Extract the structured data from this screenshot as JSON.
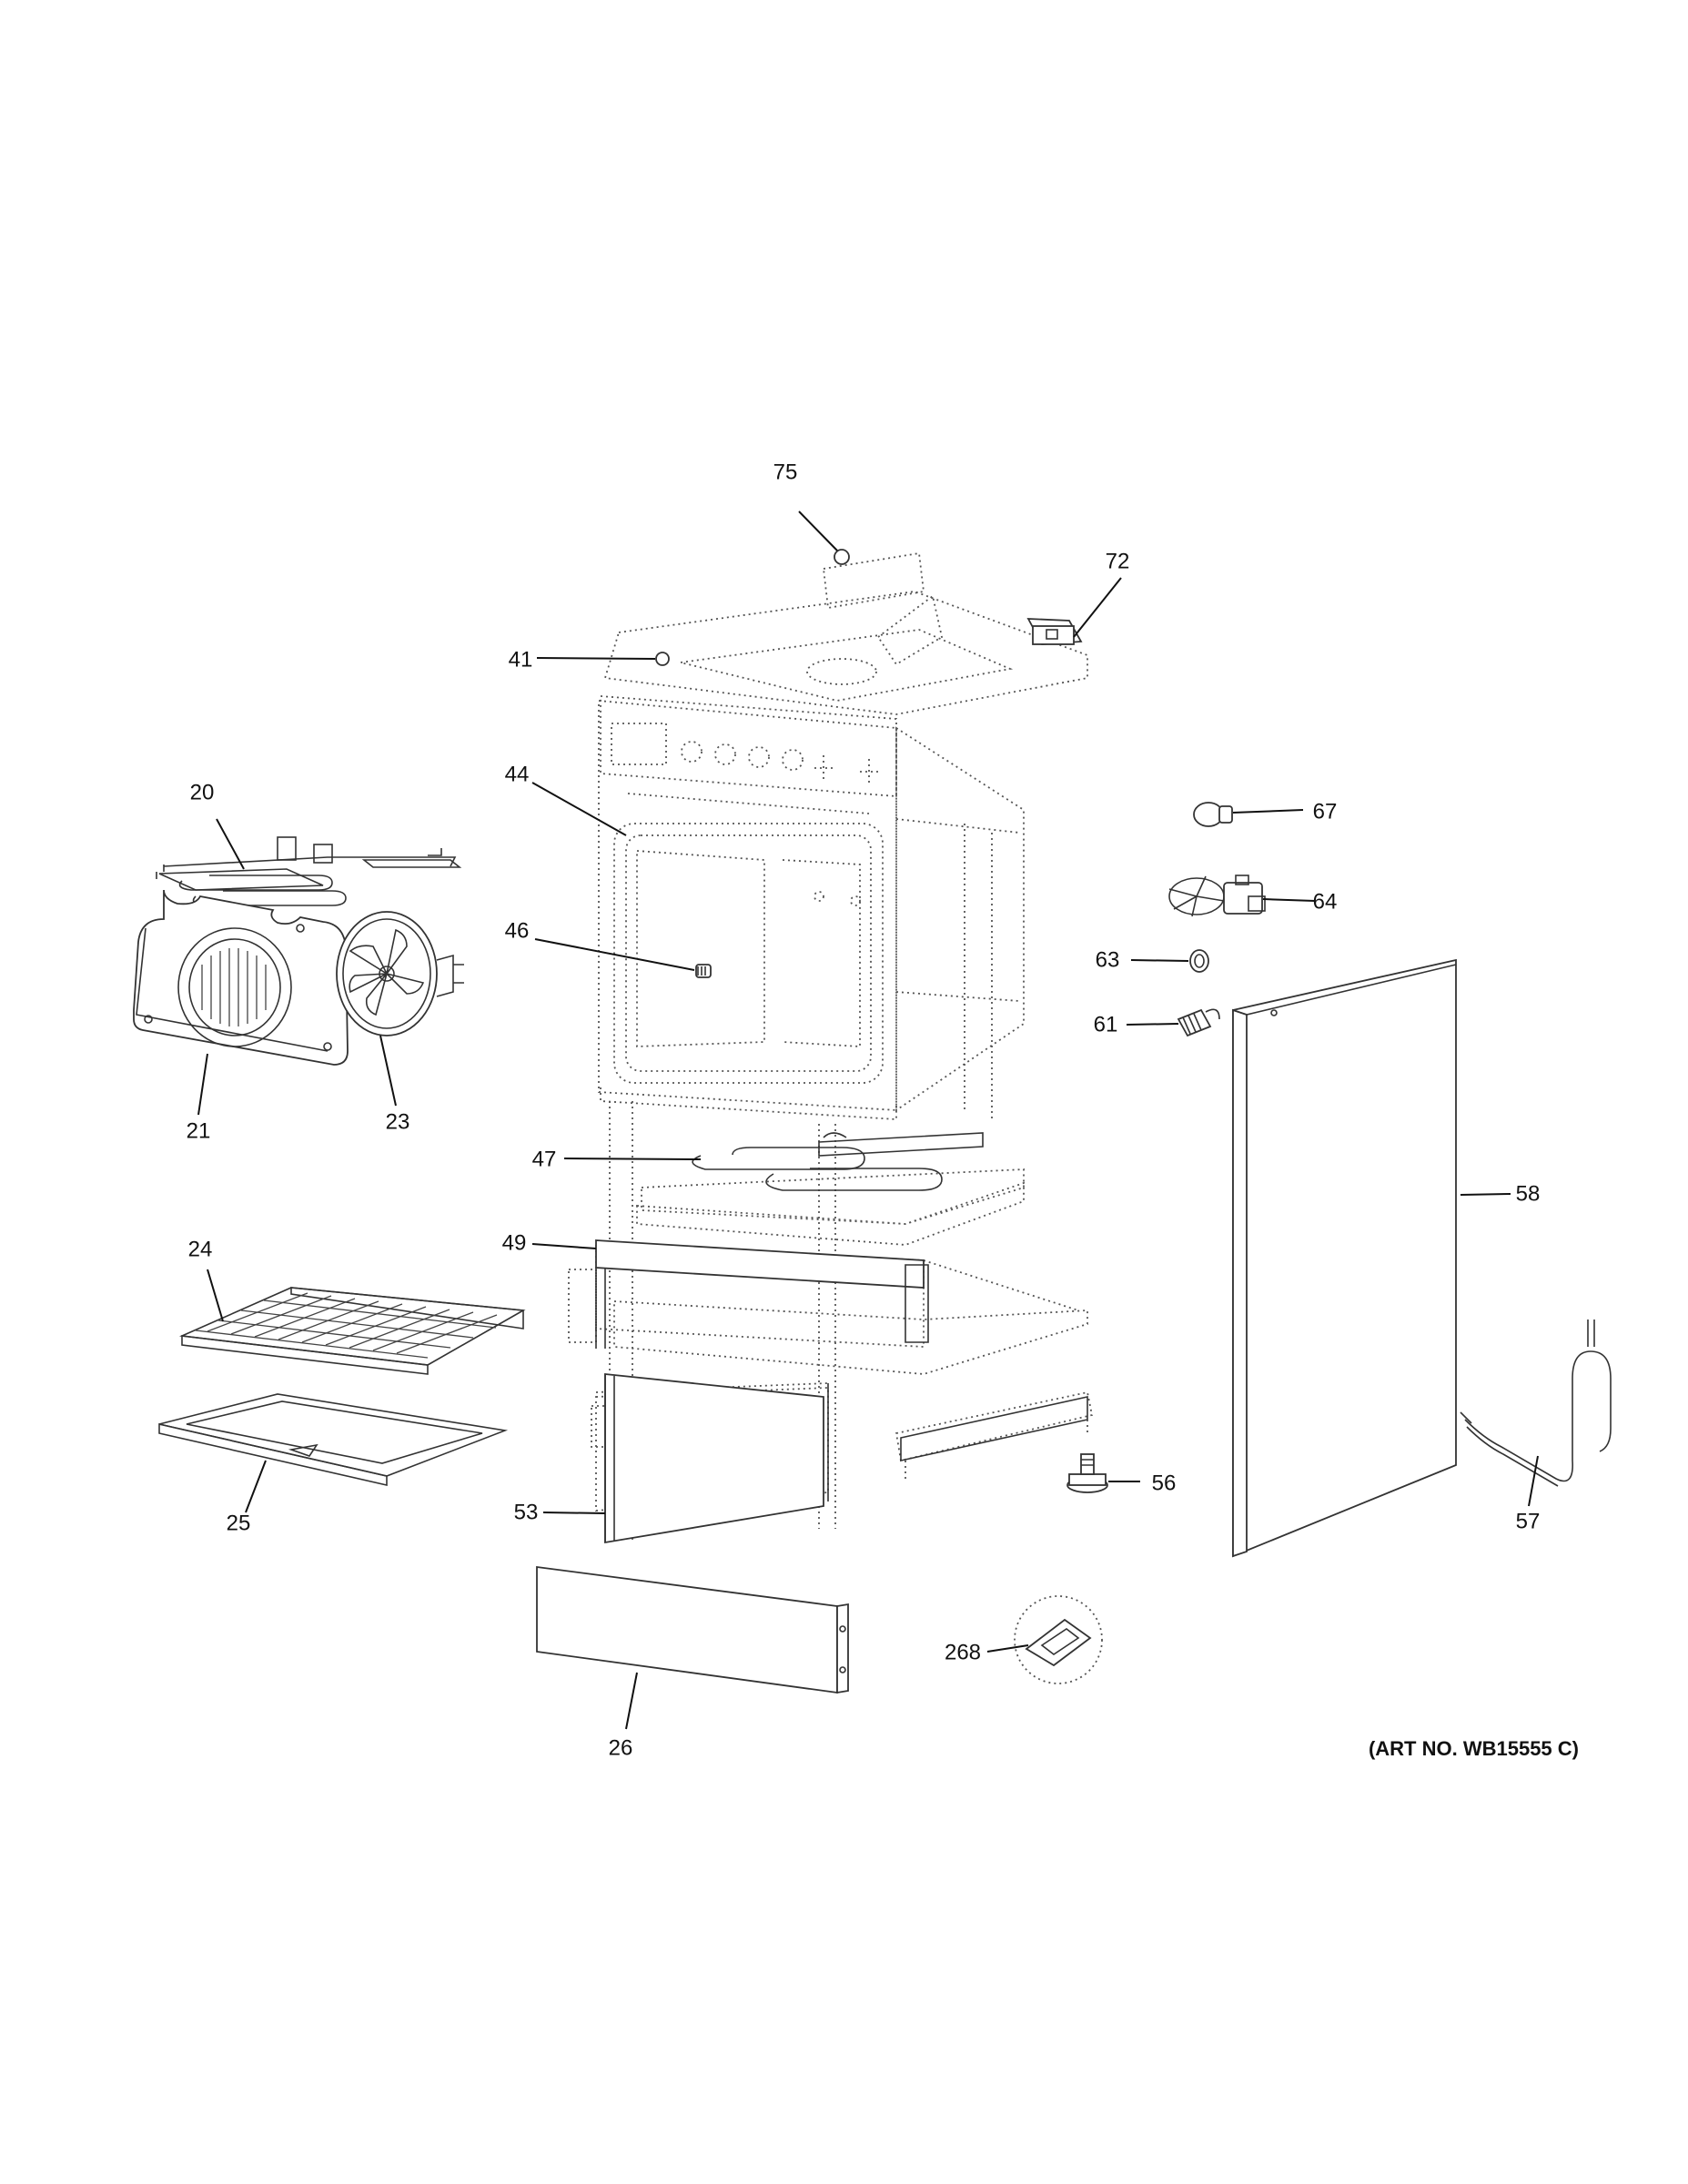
{
  "callouts": [
    {
      "id": "75",
      "label": "75"
    },
    {
      "id": "72",
      "label": "72"
    },
    {
      "id": "41",
      "label": "41"
    },
    {
      "id": "44",
      "label": "44"
    },
    {
      "id": "20",
      "label": "20"
    },
    {
      "id": "67",
      "label": "67"
    },
    {
      "id": "64",
      "label": "64"
    },
    {
      "id": "46",
      "label": "46"
    },
    {
      "id": "63",
      "label": "63"
    },
    {
      "id": "61",
      "label": "61"
    },
    {
      "id": "21",
      "label": "21"
    },
    {
      "id": "23",
      "label": "23"
    },
    {
      "id": "47",
      "label": "47"
    },
    {
      "id": "58",
      "label": "58"
    },
    {
      "id": "24",
      "label": "24"
    },
    {
      "id": "49",
      "label": "49"
    },
    {
      "id": "56",
      "label": "56"
    },
    {
      "id": "25",
      "label": "25"
    },
    {
      "id": "53",
      "label": "53"
    },
    {
      "id": "57",
      "label": "57"
    },
    {
      "id": "268",
      "label": "268"
    },
    {
      "id": "26",
      "label": "26"
    }
  ],
  "art_number": "(ART NO. WB15555 C)"
}
